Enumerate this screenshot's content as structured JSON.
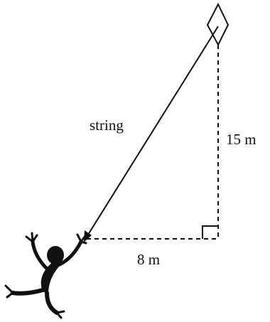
{
  "labels": {
    "string": "string",
    "height": "15 m",
    "base": "8 m"
  },
  "colors": {
    "ink": "#111111",
    "background": "#ffffff"
  },
  "icons": {
    "kite": "kite-icon",
    "person": "stick-figure-icon",
    "right_angle": "right-angle-marker"
  }
}
